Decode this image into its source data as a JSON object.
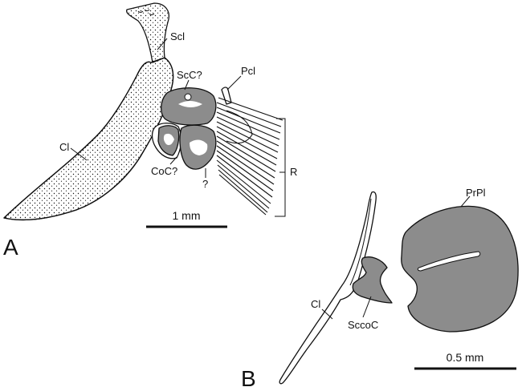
{
  "panel_a": {
    "letter": "A",
    "labels": {
      "scl": "Scl",
      "scc": "ScC?",
      "pcl": "Pcl",
      "cl": "Cl",
      "coc": "CoC?",
      "unknown": "?",
      "r": "R"
    },
    "scale_bar": "1 mm"
  },
  "panel_b": {
    "letter": "B",
    "labels": {
      "prpl": "PrPl",
      "cl": "Cl",
      "sccoc": "SccoC"
    },
    "scale_bar": "0.5 mm"
  },
  "colors": {
    "bone_fill": "#8c8c8c",
    "outline": "#111111",
    "background": "#ffffff"
  }
}
